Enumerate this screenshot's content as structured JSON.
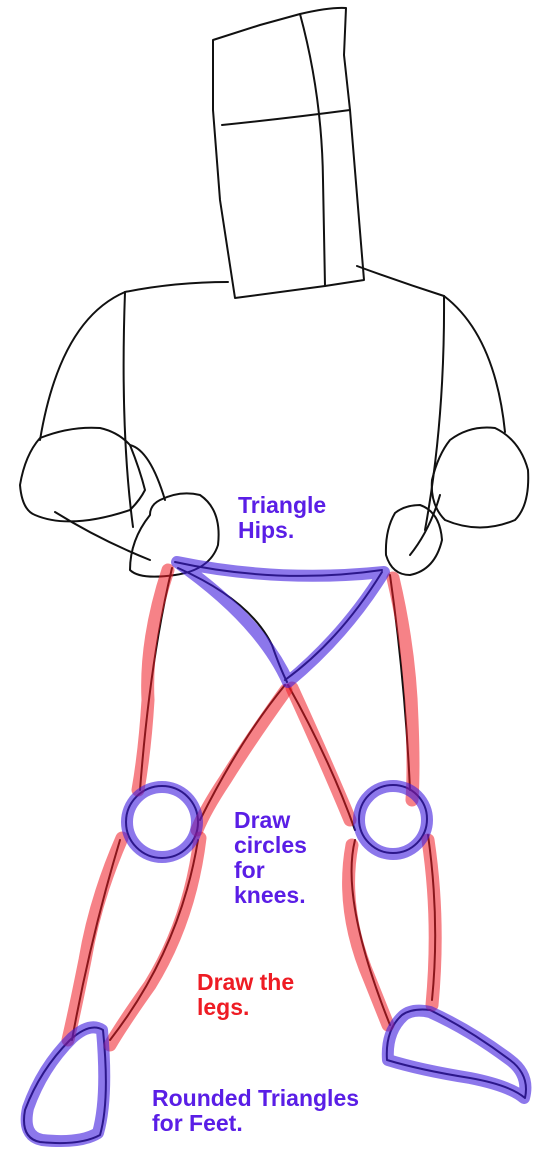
{
  "colors": {
    "sketch_line": "#111111",
    "leg_highlight": "#ee1c24",
    "joint_highlight": "#3f1cde",
    "label_blue": "#5a1ee6",
    "label_red": "#ee1c24"
  },
  "labels": {
    "hips": "Triangle\nHips.",
    "knees": "Draw\ncircles\nfor\nknees.",
    "legs": "Draw the\nlegs.",
    "feet": "Rounded Triangles\nfor Feet."
  }
}
